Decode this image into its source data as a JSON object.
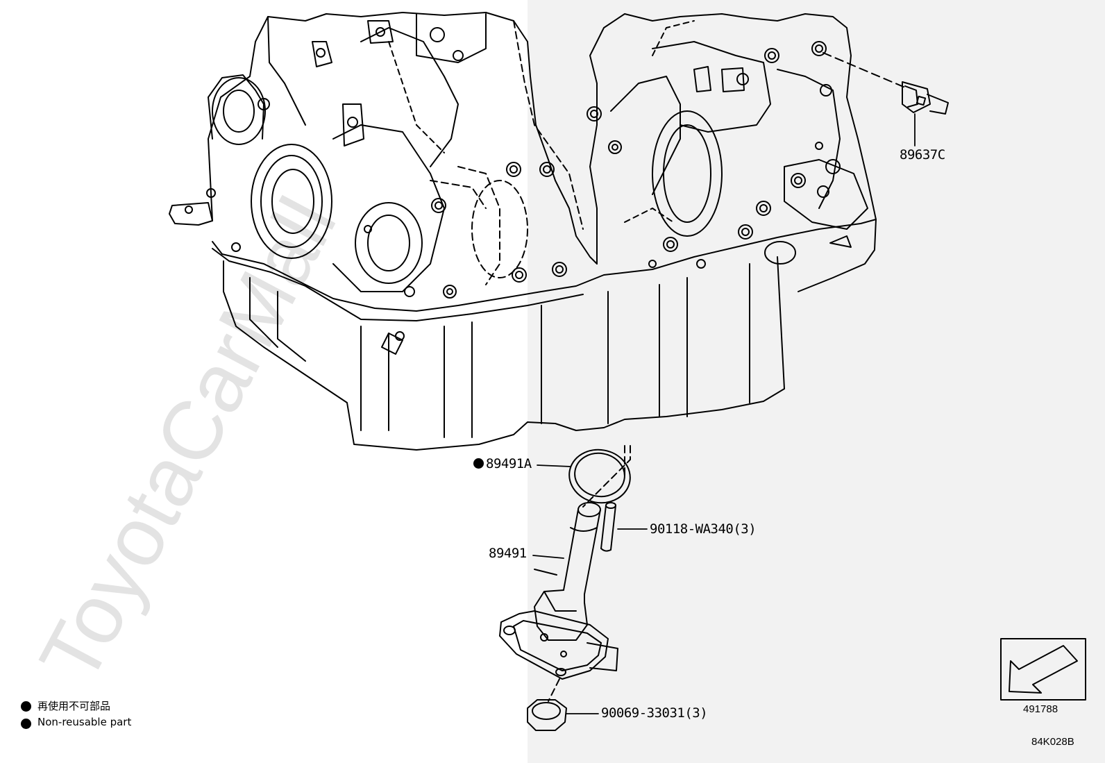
{
  "watermark": "ToyotaCarMall",
  "callouts": {
    "sensor": "89637C",
    "ring": "89491A",
    "pin": "90118-WA340(3)",
    "sensor_lower": "89491",
    "nut": "90069-33031(3)"
  },
  "legend": {
    "ja": "再使用不可部品",
    "en": "Non-reusable part"
  },
  "view_code": "491788",
  "diagram_code": "84K028B"
}
